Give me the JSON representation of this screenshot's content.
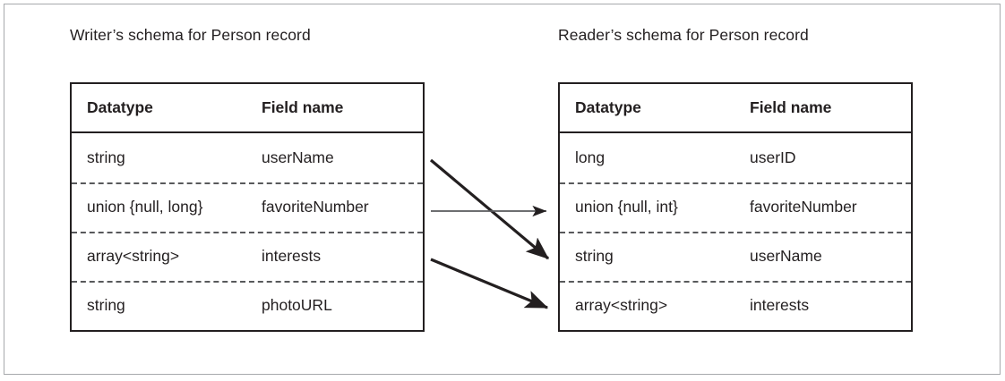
{
  "figure": {
    "kind": "schema-evolution-diagram",
    "columns": [
      "Datatype",
      "Field name"
    ],
    "colors": {
      "text": "#231f20",
      "border": "#231f20",
      "row_separator": "#58595b",
      "frame": "#a7a9ac",
      "arrow_solid": "#231f20",
      "arrow_thin": "#58595b",
      "background": "#ffffff"
    }
  },
  "writer": {
    "title": "Writer’s schema for Person record",
    "header": {
      "datatype": "Datatype",
      "field_name": "Field name"
    },
    "rows": [
      {
        "datatype": "string",
        "field_name": "userName"
      },
      {
        "datatype": "union {null, long}",
        "field_name": "favoriteNumber"
      },
      {
        "datatype": "array<string>",
        "field_name": "interests"
      },
      {
        "datatype": "string",
        "field_name": "photoURL"
      }
    ]
  },
  "reader": {
    "title": "Reader’s schema for Person record",
    "header": {
      "datatype": "Datatype",
      "field_name": "Field name"
    },
    "rows": [
      {
        "datatype": "long",
        "field_name": "userID"
      },
      {
        "datatype": "union {null, int}",
        "field_name": "favoriteNumber"
      },
      {
        "datatype": "string",
        "field_name": "userName"
      },
      {
        "datatype": "array<string>",
        "field_name": "interests"
      }
    ]
  },
  "mappings": [
    {
      "from_field": "userName",
      "to_field": "userName",
      "style": "diagonal-down"
    },
    {
      "from_field": "favoriteNumber",
      "to_field": "favoriteNumber",
      "style": "horizontal"
    },
    {
      "from_field": "interests",
      "to_field": "interests",
      "style": "diagonal-down"
    }
  ]
}
